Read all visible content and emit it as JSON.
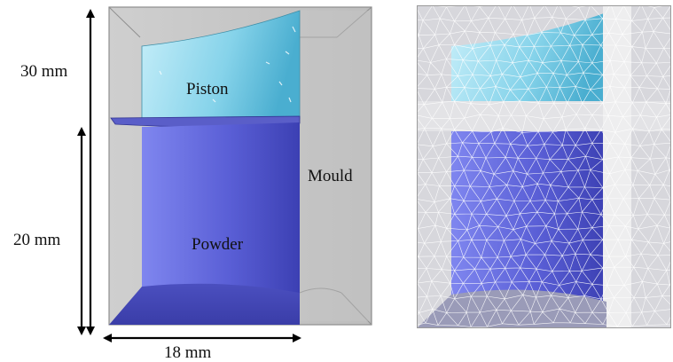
{
  "figure": {
    "dimensions": {
      "total_height": "30 mm",
      "powder_height": "20 mm",
      "width": "18 mm"
    },
    "parts": {
      "piston": "Piston",
      "powder": "Powder",
      "mould": "Mould"
    },
    "colors": {
      "mould": "#c4c4c4",
      "mould_edge": "#8e8e8e",
      "piston_light": "#bfe9f6",
      "piston_dark": "#4fb8d8",
      "powder_light": "#7d83ec",
      "powder_dark": "#3d41b6",
      "mesh_line": "#ffffff"
    }
  }
}
